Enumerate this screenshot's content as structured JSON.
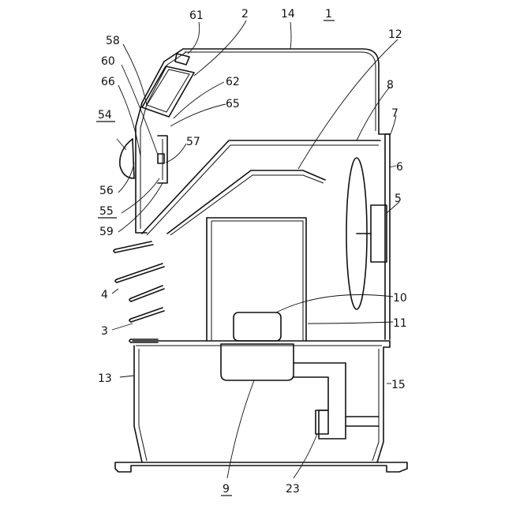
{
  "labels": {
    "l1": "1",
    "l2": "2",
    "l3": "3",
    "l4": "4",
    "l5": "5",
    "l6": "6",
    "l7": "7",
    "l8": "8",
    "l9": "9",
    "l10": "10",
    "l11": "11",
    "l12": "12",
    "l13": "13",
    "l14": "14",
    "l15": "15",
    "l23": "23",
    "l54": "54",
    "l55": "55",
    "l56": "56",
    "l57": "57",
    "l58": "58",
    "l59": "59",
    "l60": "60",
    "l61": "61",
    "l62": "62",
    "l65": "65",
    "l66": "66"
  }
}
